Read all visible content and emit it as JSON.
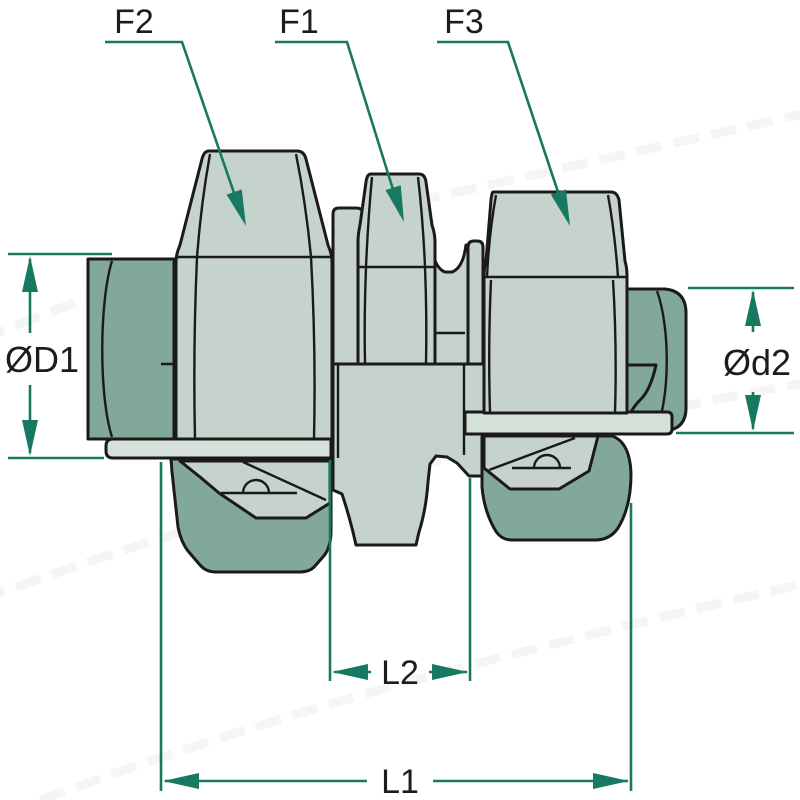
{
  "diagram": {
    "kind": "technical-drawing",
    "description": "Sectioned side view of a tube fitting (bulkhead union) with dimension callouts"
  },
  "labels": {
    "f1": "F1",
    "f2": "F2",
    "f3": "F3",
    "d1": "ØD1",
    "d2": "Ød2",
    "l1": "L1",
    "l2": "L2"
  },
  "colors": {
    "background": "#ffffff",
    "outline": "#1a1a1a",
    "dimension": "#17795f",
    "body_light": "#c6d2cc",
    "body_light2": "#d5e0d8",
    "body_dark": "#82a89a",
    "watermark": "#ececec",
    "label": "#1c1c1c"
  }
}
